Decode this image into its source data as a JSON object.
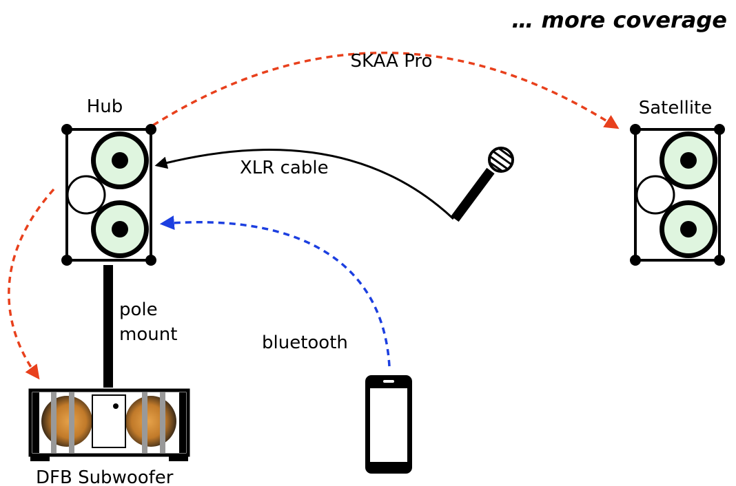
{
  "title": "… more coverage",
  "labels": {
    "skaa": "SKAA Pro",
    "hub": "Hub",
    "satellite": "Satellite",
    "xlr": "XLR cable",
    "pole_line1": "pole",
    "pole_line2": "mount",
    "bluetooth": "bluetooth",
    "subwoofer": "DFB Subwoofer"
  },
  "colors": {
    "skaa_link": "#e8401c",
    "bluetooth_link": "#1c3fe0",
    "speaker_cone": "#dff5df",
    "sub_cone_light": "#e09a3c",
    "sub_cone_dark": "#2a2520"
  },
  "icons": [
    "microphone-icon",
    "smartphone-icon"
  ]
}
